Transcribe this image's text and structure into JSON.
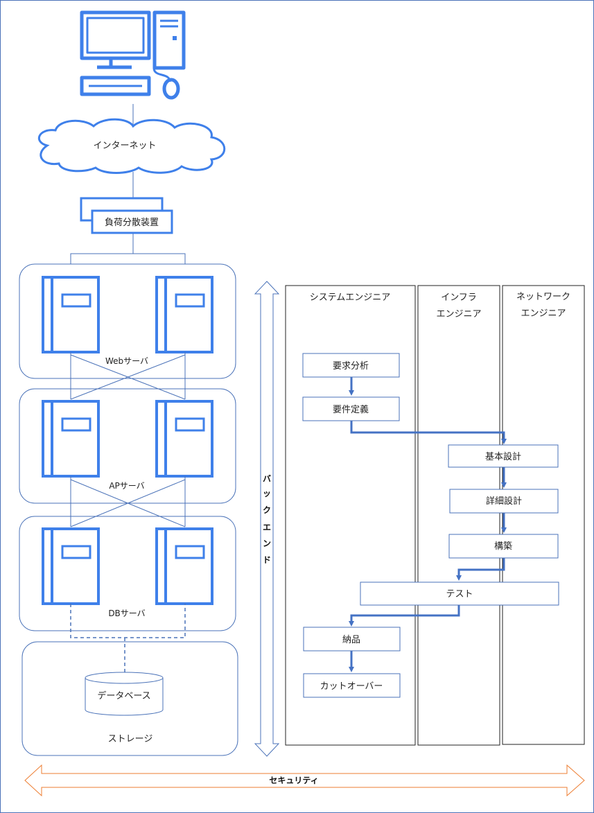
{
  "network": {
    "internet": "インターネット",
    "load_balancer": "負荷分散装置",
    "web_server": "Webサーバ",
    "ap_server": "APサーバ",
    "db_server": "DBサーバ",
    "database": "データベース",
    "storage": "ストレージ"
  },
  "backend_label": [
    "バ",
    "ッ",
    "ク",
    "エ",
    "ン",
    "ド"
  ],
  "security_label": "セキュリティ",
  "columns": {
    "system_engineer": "システムエンジニア",
    "infra": [
      "インフラ",
      "エンジニア"
    ],
    "network": [
      "ネットワーク",
      "エンジニア"
    ]
  },
  "process": {
    "requirements_analysis": "要求分析",
    "requirements_definition": "要件定義",
    "basic_design": "基本設計",
    "detailed_design": "詳細設計",
    "construction": "構築",
    "test": "テスト",
    "delivery": "納品",
    "cutover": "カットオーバー"
  },
  "colors": {
    "accent": "#3f80ea",
    "frame": "#4a72b8",
    "arrow": "#4472c4",
    "security": "#ed7d31"
  }
}
